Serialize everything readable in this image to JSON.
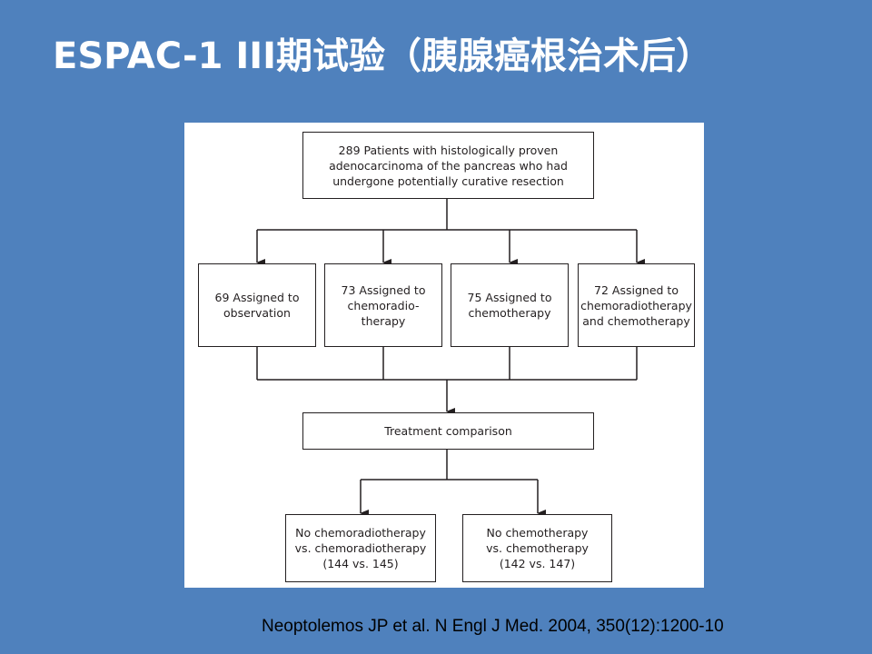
{
  "slide": {
    "title": "ESPAC-1 III期试验（胰腺癌根治术后）",
    "citation": "Neoptolemos JP et al. N  Engl J Med. 2004, 350(12):1200-10"
  },
  "colors": {
    "background": "#4f81bd",
    "title_text": "#ffffff",
    "figure_background": "#ffffff",
    "line": "#231f20"
  },
  "flowchart": {
    "enrollment": "289 Patients with histologically proven\nadenocarcinoma of the pancreas who had\nundergone potentially curative resection",
    "arms": [
      "69 Assigned to\nobservation",
      "73 Assigned to\nchemoradio-\ntherapy",
      "75 Assigned to\nchemotherapy",
      "72 Assigned to\nchemoradiotherapy\nand chemotherapy"
    ],
    "comparison": "Treatment comparison",
    "outcomes": [
      "No chemoradiotherapy\nvs. chemoradiotherapy\n(144 vs. 145)",
      "No chemotherapy\nvs. chemotherapy\n(142 vs. 147)"
    ]
  }
}
